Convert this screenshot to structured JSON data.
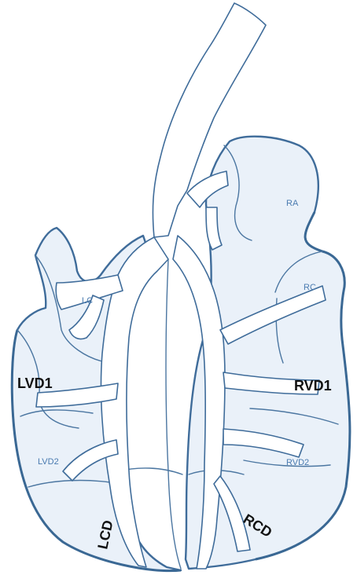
{
  "labels": {
    "lvd1": "LVD1",
    "rvd1": "RVD1",
    "lcd": "LCD",
    "rcd": "RCD",
    "lc": "LC",
    "ra": "RA",
    "rc": "RC",
    "lvd2": "LVD2",
    "rvd2": "RVD2"
  },
  "colors": {
    "fill": "#eaf1f9",
    "stroke": "#3f6c9a",
    "major_label": "#111111",
    "minor_label": "#4a7bb0"
  }
}
